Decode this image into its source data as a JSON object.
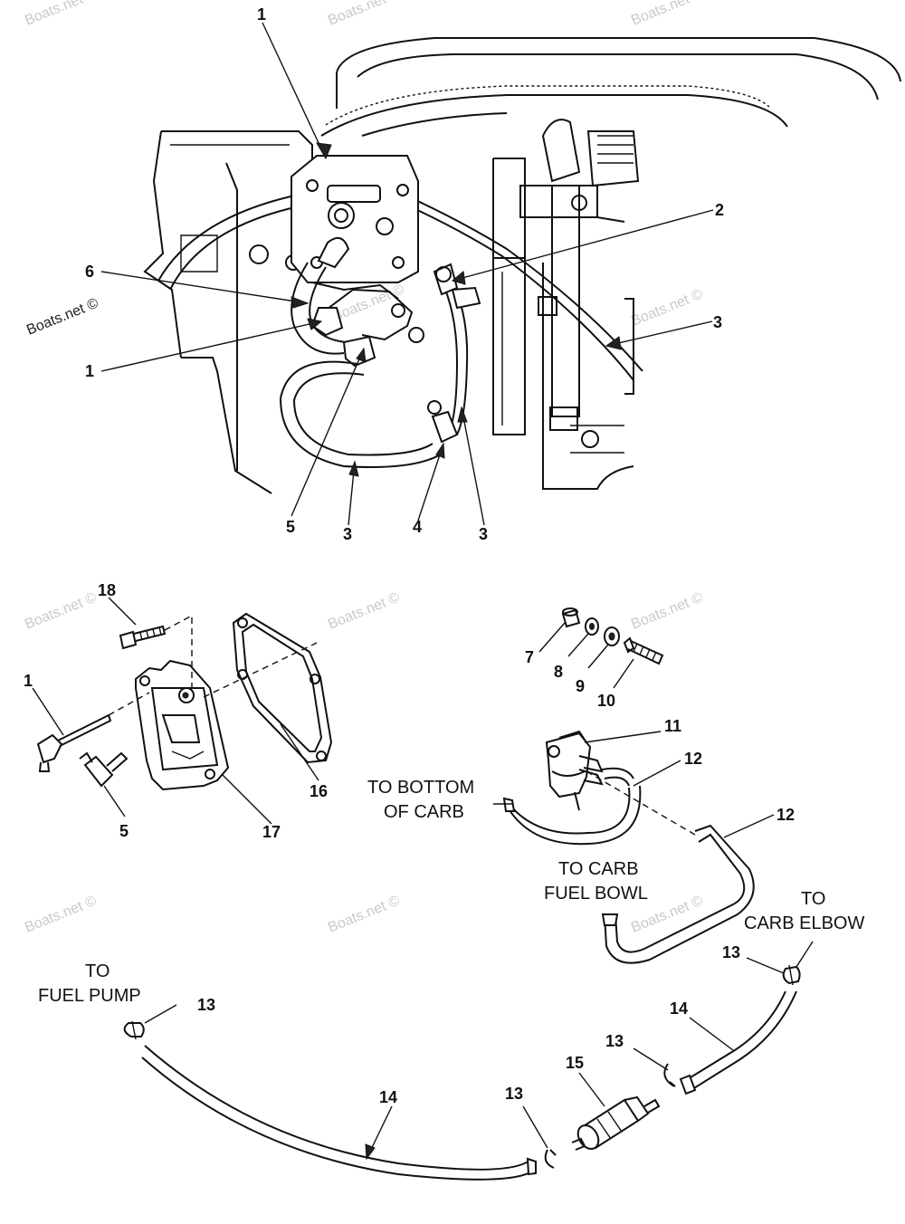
{
  "watermark": {
    "text": "Boats.net ©",
    "label_mid_left": "Boats.net ©",
    "label_mid_right": "Boats.net ©"
  },
  "callouts": {
    "top": [
      "1",
      "2",
      "3",
      "6",
      "1",
      "5",
      "3",
      "4",
      "3"
    ],
    "bottom": [
      "18",
      "1",
      "5",
      "17",
      "16",
      "7",
      "8",
      "9",
      "10",
      "11",
      "12",
      "12",
      "13",
      "14",
      "13",
      "15",
      "13",
      "13",
      "14"
    ]
  },
  "captions": {
    "bottom_of_carb": [
      "TO BOTTOM",
      "OF CARB"
    ],
    "carb_fuel_bowl": [
      "TO CARB",
      "FUEL BOWL"
    ],
    "carb_elbow": [
      "TO",
      "CARB ELBOW"
    ],
    "fuel_pump": [
      "TO",
      "FUEL PUMP"
    ]
  },
  "icons": [
    "engine-assembly-illustration",
    "fuel-pump-cover",
    "gasket",
    "fuel-filter",
    "fuel-hose",
    "hose-clamp",
    "elbow-fitting",
    "screw",
    "spacer",
    "washer",
    "primer-bulb"
  ]
}
